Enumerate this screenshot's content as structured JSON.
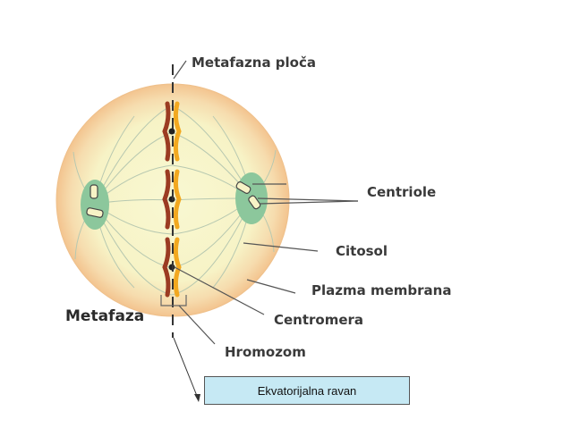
{
  "labels": {
    "metaphase_plate": "Metafazna ploča",
    "centrioles": "Centriole",
    "cytosol": "Citosol",
    "plasma_membrane": "Plazma membrana",
    "stage_title": "Metafaza",
    "centromere": "Centromera",
    "chromosome": "Hromozom"
  },
  "caption": {
    "text": "Ekvatorijalna ravan"
  },
  "colors": {
    "cell_outer": "#f6cf9d",
    "cell_inner": "#f7f7cf",
    "spindle_pole": "#8cc79c",
    "chromatid_red": "#9b3b22",
    "chromatid_orange": "#f2a81f",
    "spindle_fiber": "#b9c9b4",
    "caption_bg": "#c6e9f4"
  }
}
